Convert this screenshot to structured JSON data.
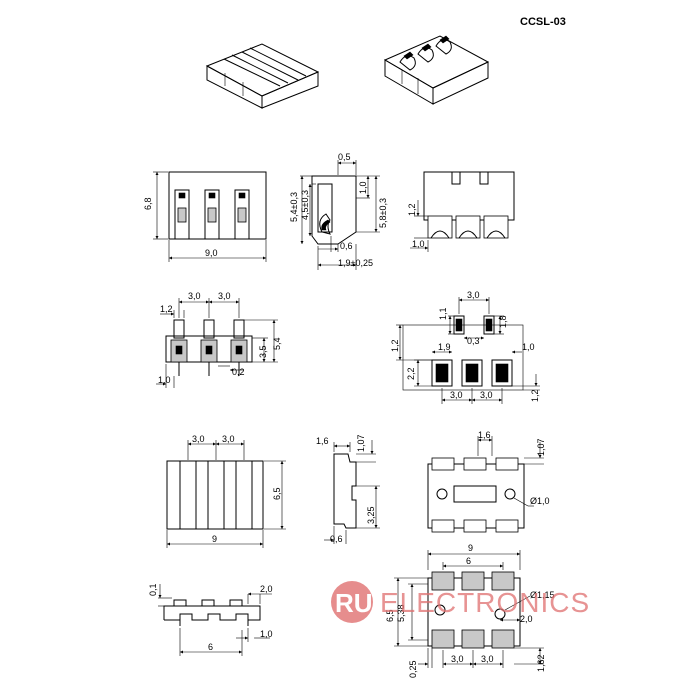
{
  "header": {
    "part_number": "CCSL-03"
  },
  "views": {
    "front": {
      "height": "6,8",
      "width": "9,0"
    },
    "side": {
      "d_top": "0,5",
      "d_54": "5,4±0,3",
      "d_45": "4,5±0,3",
      "d_10": "1,0",
      "d_58": "5,8±0,3",
      "d_06": "0,6",
      "d_19": "1,9±0,25"
    },
    "rear": {
      "d_12": "1,2",
      "d_10": "1,0"
    },
    "top_pins": {
      "pitch_a": "3,0",
      "pitch_b": "3,0",
      "d_12": "1,2",
      "d_54": "5,4",
      "d_35": "3,5",
      "d_10": "1,0",
      "d_02": "0,2"
    },
    "pad_layout": {
      "pitch": "3,0",
      "d_11": "1,1",
      "d_18": "1,8",
      "d_03": "0,3",
      "d_12_left": "1,2",
      "d_19": "1,9",
      "d_10": "1,0",
      "d_22": "2,2",
      "pitch_a": "3,0",
      "pitch_b": "3,0",
      "d_12_right": "1,2"
    },
    "smd_top": {
      "pitch_a": "3,0",
      "pitch_b": "3,0",
      "height": "6,5",
      "width": "9"
    },
    "smd_side": {
      "d_16": "1,6",
      "d_107": "1,07",
      "d_325": "3,25",
      "d_06": "0,6"
    },
    "smd_bottom": {
      "d_16": "1,6",
      "d_107": "1,07",
      "hole": "Ø1,0"
    },
    "smd_front": {
      "d_01": "0,1",
      "d_20": "2,0",
      "d_10": "1,0",
      "d_6": "6"
    },
    "footprint": {
      "d_9": "9",
      "d_6": "6",
      "hole": "Ø1,15",
      "d_65": "6,5",
      "d_538": "5,38",
      "d_20": "2,0",
      "d_025": "0,25",
      "pitch_a": "3,0",
      "pitch_b": "3,0",
      "d_162": "1,62"
    }
  },
  "watermark": {
    "badge": "RU",
    "text": "ELECTRONICS"
  }
}
